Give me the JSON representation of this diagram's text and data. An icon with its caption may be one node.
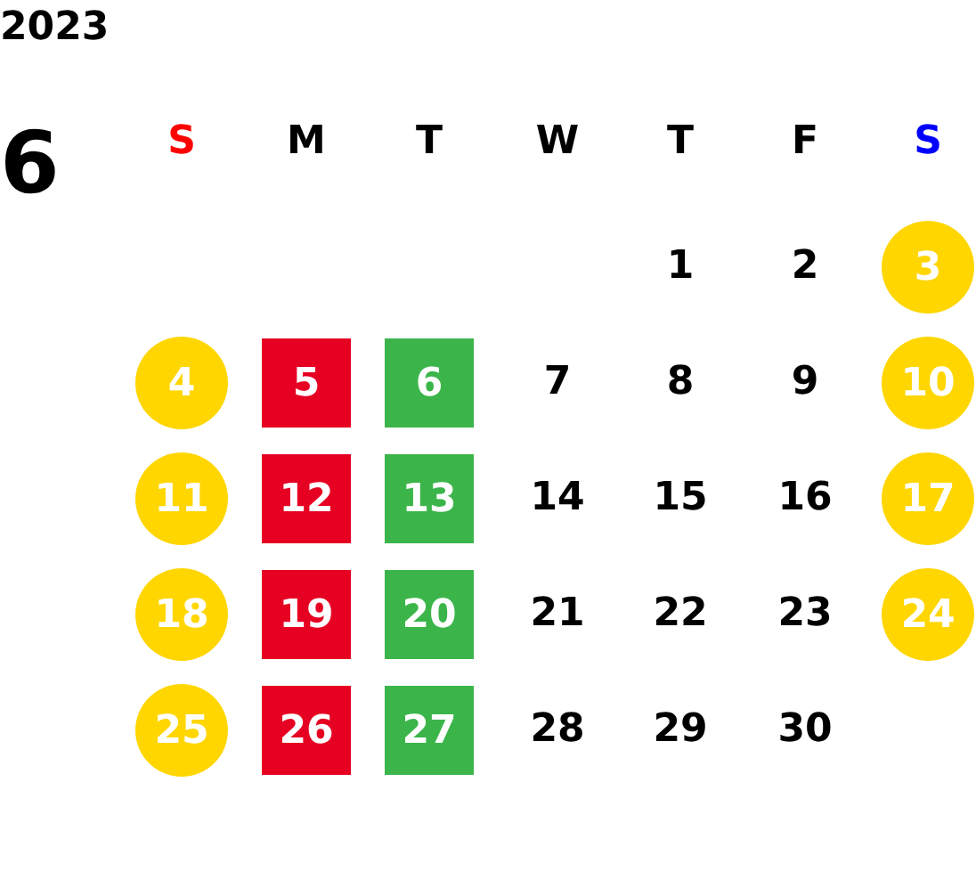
{
  "diagram": {
    "nodes": [
      {
        "text": [
          "3"
        ]
      },
      {
        "text": [
          "4"
        ]
      },
      {
        "text": [
          "5"
        ]
      },
      {
        "text": [
          "6"
        ]
      },
      {
        "text": [
          "10"
        ]
      },
      {
        "text": [
          "11"
        ]
      },
      {
        "text": [
          "12"
        ]
      },
      {
        "text": [
          "13"
        ]
      },
      {
        "text": [
          "17"
        ]
      },
      {
        "text": [
          "18"
        ]
      },
      {
        "text": [
          "19"
        ]
      },
      {
        "text": [
          "20"
        ]
      },
      {
        "text": [
          "24"
        ]
      },
      {
        "text": [
          "25"
        ]
      },
      {
        "text": [
          "26"
        ]
      },
      {
        "text": [
          "27"
        ]
      }
    ],
    "labels": [
      "2023",
      "6",
      "S",
      "M",
      "T",
      "W",
      "T",
      "F",
      "S",
      "1",
      "2",
      "7",
      "8",
      "9",
      "14",
      "15",
      "16",
      "21",
      "22",
      "23",
      "28",
      "29",
      "30"
    ]
  }
}
